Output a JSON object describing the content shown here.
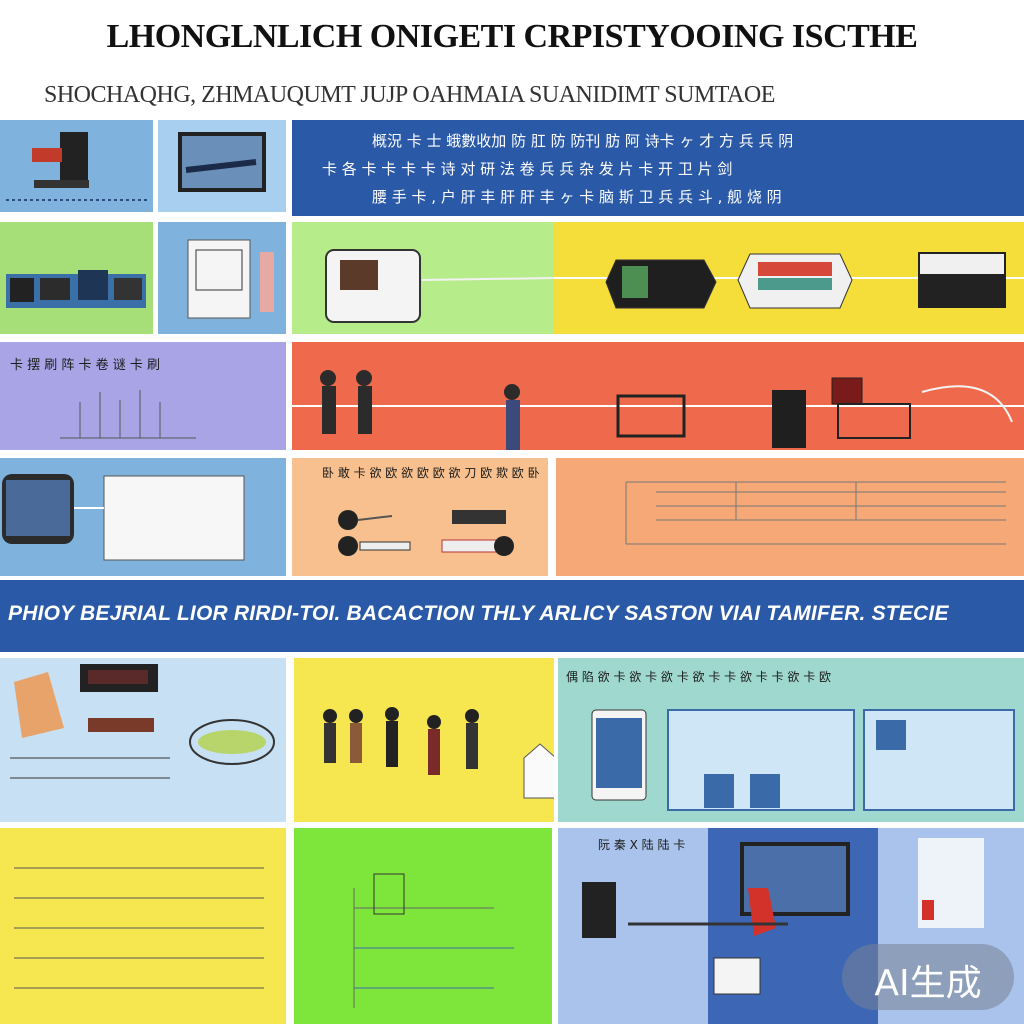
{
  "header": {
    "title": "LHONGLNLICH ONIGETI CRPISTYOOING ISCTHE",
    "subtitle": "SHOCHAQHG, ZHMAUQUMT JUJP OAHMAIA SUANIDIMT SUMTAOE"
  },
  "panels": {
    "top_right_lines": [
      "概況 卡 士 蛾數收加 防 肛 防 防刊 肪 阿 诗卡 ヶ 才 方 兵 兵 阴",
      "卡 各 卡 卡 卡 卡 诗 对 研 法 卷 兵 兵 杂 发 片 卡 开 卫 片 剑",
      "腰 手 卡 , 户 肝 丰 肝 肝 丰 ヶ 卡 脑 斯 卫 兵 兵 斗 , 舰 烧 阴"
    ],
    "left_purple_text": "卡 摆 刷 阵 卡 卷 谜 卡 刷",
    "peach_caption": "卧 敢 卡 欲 欧 欲 欧 欧 欲 刀 欧 欺 欧 卧",
    "bottom_right_caption": "偶 陷 欲 卡 欲 卡 欲 卡 欲 卡 卡 欲 卡 卡 欲 卡 欧",
    "bottom_card_caption": "阮 秦 X 陆 陆 卡"
  },
  "banner": {
    "text": "PHIOY BEJRIAL LIOR RIRDI-TOI. BACACTION THLY ARLICY SASTON VIAI TAMIFER. STECIE"
  },
  "watermark": {
    "text": "AI生成"
  },
  "colors": {
    "blue": "#2a59a8",
    "light_blue": "#7fb3dd",
    "green": "#a6df77",
    "yellow": "#f6de3a",
    "red": "#ef6a4c",
    "purple": "#a9a4e6",
    "peach": "#f7c08e",
    "lime": "#7ee53a",
    "teal": "#9fd8cf"
  }
}
